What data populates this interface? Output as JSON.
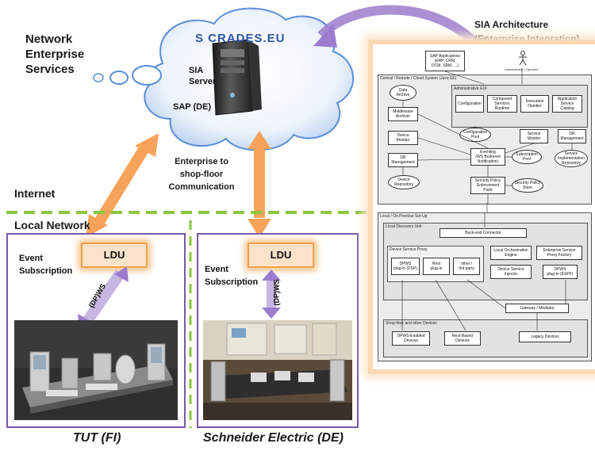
{
  "labels": {
    "network_services": [
      "Network",
      "Enterprise",
      "Services"
    ],
    "cloud_brand": "S  CRADES.EU",
    "sia_server": [
      "SIA",
      "Server"
    ],
    "sap_de": "SAP (DE)",
    "enterprise_comm": [
      "Enterprise to",
      "shop-floor",
      "Communication"
    ],
    "internet": "Internet",
    "local_network": "Local Network",
    "sia_architecture": [
      "SIA Architecture",
      "(Enterprise Integration)"
    ]
  },
  "panels": {
    "left": {
      "ldu": "LDU",
      "event": [
        "Event",
        "Subscription"
      ],
      "protocol": "(DP)WS",
      "caption": "TUT (FI)"
    },
    "right": {
      "ldu": "LDU",
      "event": [
        "Event",
        "Subscription"
      ],
      "protocol": "(DP)WS",
      "caption": "Schneider Electric (DE)"
    }
  },
  "architecture": {
    "sap_apps": [
      "SAP Applications",
      "(ERP, CRM,",
      "DCM, SRM, ...)"
    ],
    "actor": "Administrator / Operator",
    "central_title": "Central / Remote / Cloud System (Java EE)",
    "admin_gui": "Administrative GUI",
    "configuration": "Configuration",
    "composed_services": [
      "Composed",
      "Services",
      "Runtime"
    ],
    "invocation_handler": [
      "Invocation",
      "Handler"
    ],
    "app_service_catalog": [
      "Application",
      "Service",
      "Catalog"
    ],
    "configuration_pool": [
      "Configuration",
      "Pool"
    ],
    "data_archive": [
      "Data",
      "Archive"
    ],
    "middleware_archiver": [
      "Middleware",
      "Archiver"
    ],
    "device_monitor": [
      "Device",
      "Monitor"
    ],
    "dr_management_left": [
      "DR",
      "Management"
    ],
    "device_repository": [
      "Device",
      "Repository"
    ],
    "eventing": [
      "Eventing",
      "(WS Brokered",
      "Notification)"
    ],
    "subscription_pool": [
      "Subscription",
      "Pool"
    ],
    "service_monitor": [
      "Service",
      "Monitor"
    ],
    "dr_management_right": [
      "DR",
      "Management"
    ],
    "service_impl_repo": [
      "Service",
      "Implementation",
      "Repository"
    ],
    "security_ep": [
      "Security Policy",
      "Enforcement",
      "Point"
    ],
    "security_store": [
      "Security Policy",
      "Store"
    ],
    "local_title": "Local / On Premise Set-Up",
    "local_discovery": "Local Discovery Unit",
    "backend_connector": "Back-end Connector",
    "device_service_proxy": "Device Service Proxy",
    "dpws_dsp": [
      "DPWS",
      "plug-in (DSP)"
    ],
    "rest_plugin": [
      "Rest",
      "plug-in"
    ],
    "other_3rd": [
      "other /",
      "3rd party"
    ],
    "local_orch": [
      "Local Orchestration",
      "Engine"
    ],
    "ent_service_proxy": [
      "Enterprise Service",
      "Proxy Factory"
    ],
    "device_service_injector": [
      "Device Service",
      "Injector"
    ],
    "dpws_espf": [
      "DPWS",
      "plug-in (ESPF)"
    ],
    "gateway": "Gateway / Mediator",
    "shopfloor_title": "Shop-floor and other Devices",
    "dpws_devices": [
      "DPWS-Enabled",
      "Devices"
    ],
    "rest_devices": [
      "Rest-Based",
      "Devices"
    ],
    "legacy_devices": "Legacy Devices"
  },
  "colors": {
    "purple_border": "#7a58a5",
    "orange_arrow": "#f7a45a",
    "green_dash": "#8cc63f",
    "cloud_blue": "#5a8fd8"
  }
}
